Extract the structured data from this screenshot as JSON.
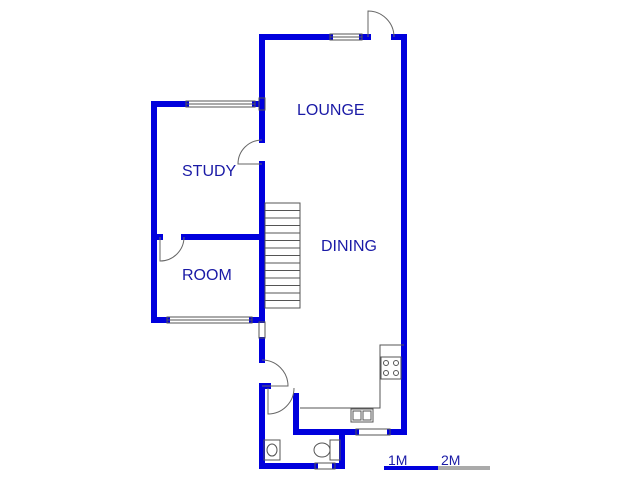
{
  "rooms": {
    "lounge": "LOUNGE",
    "study": "STUDY",
    "dining": "DINING",
    "room": "ROOM"
  },
  "scale": {
    "one": "1M",
    "two": "2M"
  },
  "colors": {
    "wall": "#0000dd",
    "label": "#1a1aa6",
    "scale_bar_blue": "#0000dd",
    "scale_bar_grey": "#aaaaaa"
  }
}
